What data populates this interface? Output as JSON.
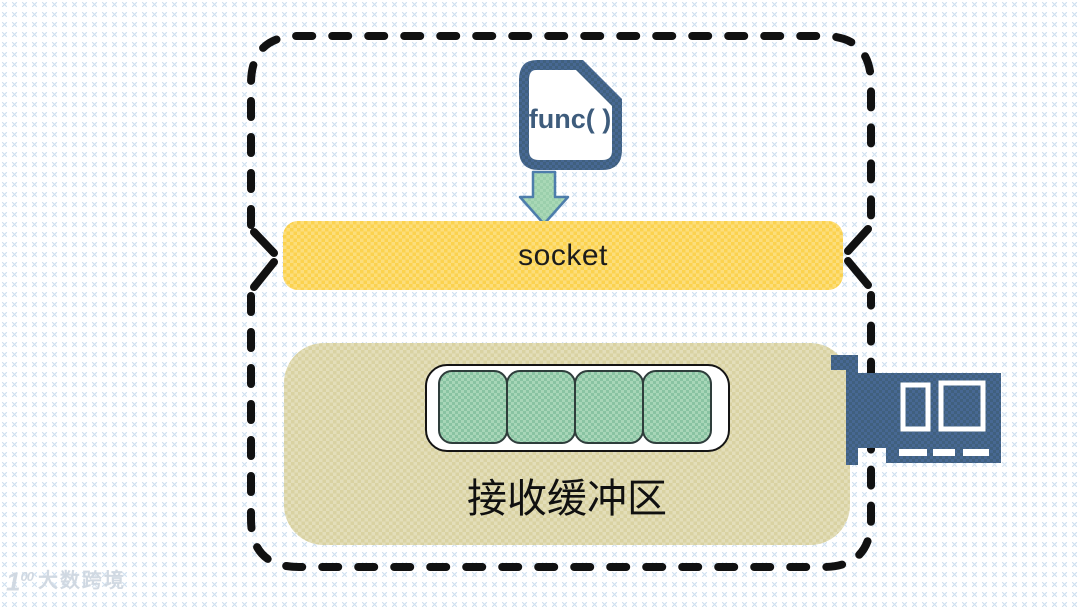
{
  "diagram": {
    "file_icon": {
      "label": "func( )"
    },
    "socket": {
      "label": "socket",
      "color": "#FBD24E"
    },
    "buffer": {
      "label": "接收缓冲区",
      "slot_count": 4,
      "box_color": "#D9D2A2",
      "slot_color": "#8FCBA4"
    },
    "arrow": {
      "fill_color": "#A9D8B6",
      "stroke_color": "#4D7DAB"
    },
    "nic_icon": {
      "color": "#40607E"
    },
    "border": {
      "style": "dashed",
      "color": "#111111"
    }
  },
  "watermark": {
    "logo_main": "1",
    "logo_sup": "00",
    "text": "大数跨境"
  }
}
